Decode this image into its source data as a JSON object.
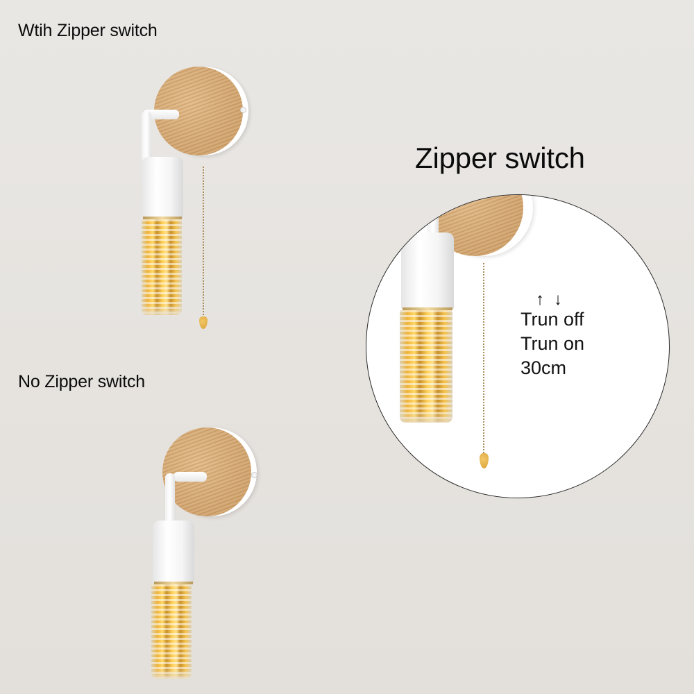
{
  "labels": {
    "with_switch": "Wtih Zipper switch",
    "no_switch": "No Zipper switch",
    "zoom_title": "Zipper switch"
  },
  "zoom_detail": {
    "arrow_up": "↑",
    "arrow_down": "↓",
    "line1": "Trun off",
    "line2": "Trun on",
    "line3": "30cm"
  },
  "products": [
    {
      "variant": "with_zipper_switch",
      "has_pull_chain": true
    },
    {
      "variant": "no_zipper_switch",
      "has_pull_chain": false
    }
  ],
  "colors": {
    "background": "#e7e4e0",
    "wood": "#d4a873",
    "lamp_body": "#ffffff",
    "bulb_glow": "#f5b93a",
    "chain": "#a98d5a",
    "text": "#0b0b0b"
  }
}
